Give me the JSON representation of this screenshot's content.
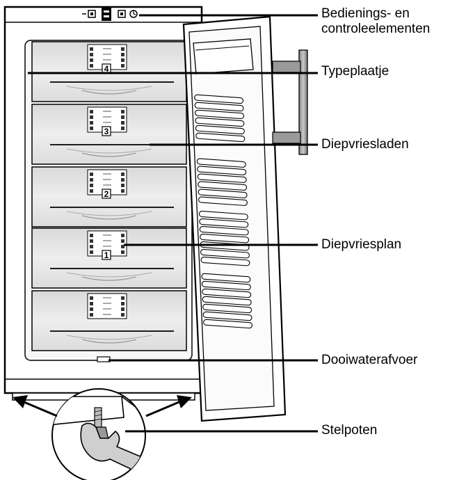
{
  "labels": {
    "controls": [
      "Bedienings- en",
      "controleelementen"
    ],
    "type_plate": "Typeplaatje",
    "drawers": "Diepvriesladen",
    "freezing_plan": "Diepvriesplan",
    "drain": "Dooiwaterafvoer",
    "feet": "Stelpoten"
  },
  "drawer_numbers": [
    "4",
    "3",
    "2",
    "1"
  ]
}
